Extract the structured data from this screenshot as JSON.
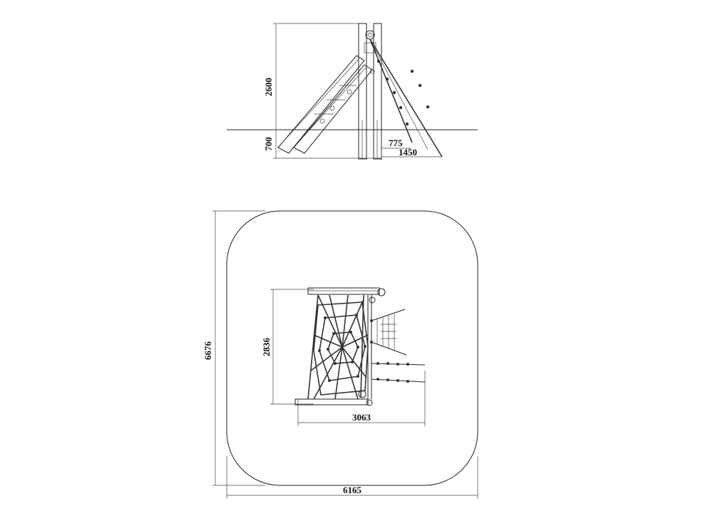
{
  "views": {
    "side": {
      "dimensions": {
        "height_above_ground": "2600",
        "depth_below_ground": "700",
        "rope_offset_short": "775",
        "rope_offset_long": "1450"
      }
    },
    "plan": {
      "dimensions": {
        "frame_height": "2836",
        "frame_width": "3063",
        "zone_height": "6676",
        "zone_width": "6165"
      }
    }
  }
}
